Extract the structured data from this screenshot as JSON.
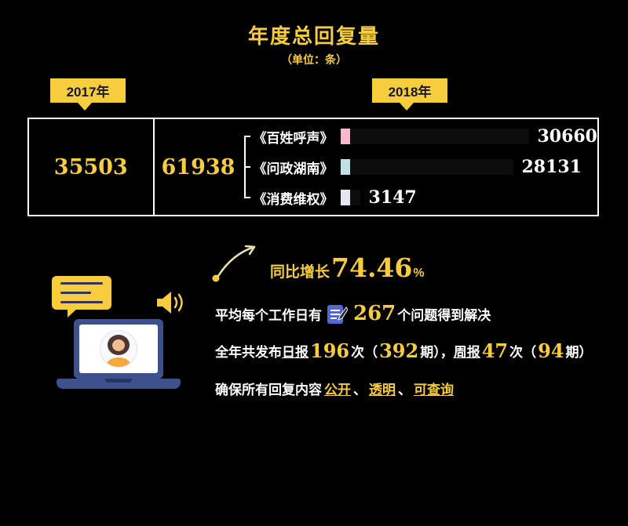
{
  "accent": "#f7cd3e",
  "header": {
    "title": "年度总回复量",
    "subtitle": "（单位：条）"
  },
  "chart_data": {
    "type": "bar",
    "title": "年度总回复量",
    "unit": "条",
    "year_labels": [
      "2017年",
      "2018年"
    ],
    "year_totals": [
      35503,
      61938
    ],
    "categories": [
      "《百姓呼声》",
      "《问政湖南》",
      "《消费维权》"
    ],
    "values": [
      30660,
      28131,
      3147
    ],
    "bar_colors": [
      "#f4b9cb",
      "#bfe0e8",
      "#e2e8ee"
    ],
    "growth_percent": 74.46,
    "legend_position": "none",
    "grid": false
  },
  "growth": {
    "label": "同比增长",
    "value": "74.46",
    "unit": "%"
  },
  "stats": {
    "line1": {
      "prefix": "平均每个工作日有",
      "value": "267",
      "suffix": "个问题得到解决"
    },
    "line2": {
      "seg1": "全年共发布",
      "daily": "日报",
      "n1": "196",
      "seg2": "次（",
      "n2": "392",
      "seg3": "期），",
      "weekly": "周报",
      "n3": "47",
      "seg4": "次（",
      "n4": "94",
      "seg5": "期）"
    },
    "line3": {
      "prefix": "确保所有回复内容",
      "term1": "公开",
      "sep1": "、",
      "term2": "透明",
      "sep2": "、",
      "term3": "可查询"
    }
  }
}
